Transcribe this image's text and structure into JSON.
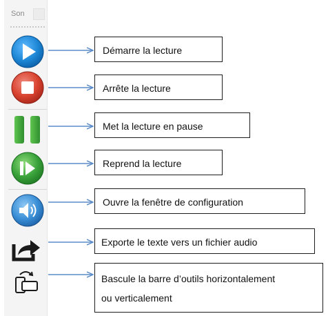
{
  "toolbar": {
    "title": "Son",
    "buttons": [
      {
        "icon": "play-icon",
        "color": "#1e88d6"
      },
      {
        "icon": "stop-icon",
        "color": "#cf3b2c"
      },
      {
        "icon": "pause-icon",
        "color": "#3aa23a"
      },
      {
        "icon": "resume-icon",
        "color": "#2f8f2f"
      },
      {
        "icon": "speaker-settings-icon",
        "color": "#2f7fc8"
      },
      {
        "icon": "export-icon",
        "color": "#1a1a1a"
      },
      {
        "icon": "orientation-toggle-icon",
        "color": "#1a1a1a"
      }
    ]
  },
  "callouts": {
    "play": "Démarre la lecture",
    "stop": "Arrête la lecture",
    "pause": "Met la lecture en pause",
    "resume": "Reprend la lecture",
    "config": "Ouvre la fenêtre de configuration",
    "export": "Exporte le texte vers un fichier audio",
    "toggle_line1": "Bascule la barre d’outils horizontalement",
    "toggle_line2": "ou verticalement"
  },
  "colors": {
    "arrow": "#5b8cc7",
    "callout_border": "#1c1c1c"
  }
}
